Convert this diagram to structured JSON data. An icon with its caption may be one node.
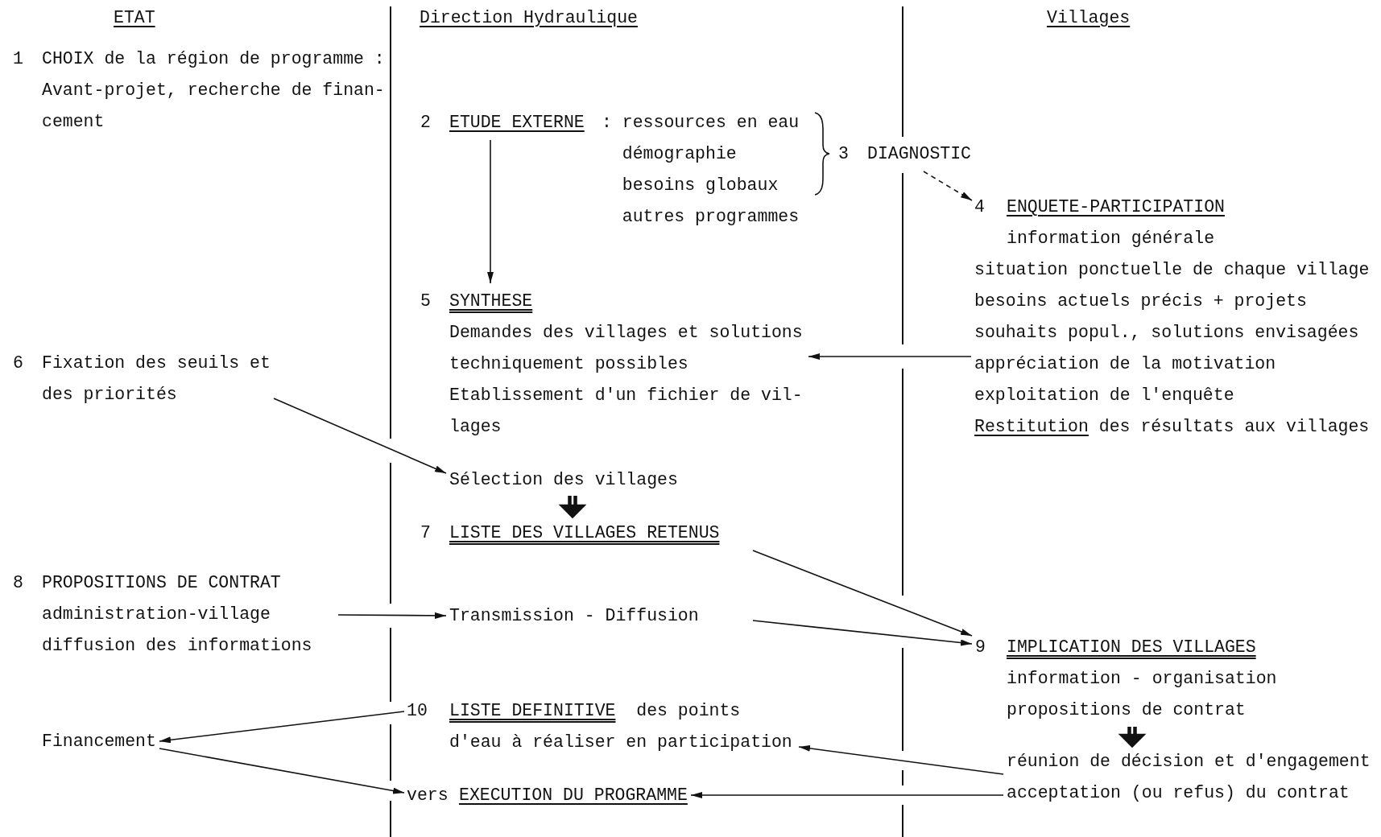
{
  "diagram": {
    "nodes": [
      {
        "text": [
          "1",
          "CHOIX de la région de programme : Avant-projet, recherche de finan-cement"
        ]
      },
      {
        "text": [
          "2",
          "ETUDE EXTERNE"
        ],
        "beside": [
          ": ressources en eau démographie besoins globaux autres programmes"
        ]
      },
      {
        "text": [
          "3",
          "DIAGNOSTIC"
        ]
      },
      {
        "text": [
          "4",
          "ENQUETE-PARTICIPATION",
          "information générale",
          "situation ponctuelle de chaque village besoins actuels précis + projets souhaits popul., solutions envisagées appréciation de la motivation exploitation de l'enquête",
          "Restitution",
          "des résultats aux villages"
        ]
      },
      {
        "text": [
          "5",
          "SYNTHESE",
          "Demandes des villages et solutions techniquement possibles Etablissement d'un fichier de vil-lages"
        ]
      },
      {
        "text": [
          "Sélection des villages"
        ]
      },
      {
        "text": [
          "6",
          "Fixation des seuils et des priorités"
        ]
      },
      {
        "text": [
          "7",
          "LISTE DES VILLAGES RETENUS"
        ]
      },
      {
        "text": [
          "8",
          "PROPOSITIONS DE CONTRAT",
          "administration-village diffusion des informations"
        ]
      },
      {
        "text": [
          "Transmission - Diffusion"
        ]
      },
      {
        "text": [
          "9",
          "IMPLICATION DES VILLAGES",
          "information - organisation propositions de contrat"
        ]
      },
      {
        "text": [
          "réunion de décision et d'engagement acceptation (ou refus) du contrat"
        ]
      },
      {
        "text": [
          "10",
          "LISTE DEFINITIVE",
          "des points d'eau à réaliser en participation"
        ]
      },
      {
        "text": [
          "Financement"
        ]
      },
      {
        "text": [
          "vers",
          "EXECUTION DU PROGRAMME"
        ]
      }
    ],
    "edges": [
      {
        "from": 1,
        "to": 4,
        "arrow": "to"
      },
      {
        "from": 2,
        "to": 3,
        "arrow": "to",
        "style": "dashed"
      },
      {
        "from": 3,
        "to": 4,
        "arrow": "to"
      },
      {
        "from": 6,
        "to": 5,
        "arrow": "to"
      },
      {
        "from": 5,
        "to": 7,
        "arrow": "to",
        "style": "thick"
      },
      {
        "from": 7,
        "to": 10,
        "arrow": "to"
      },
      {
        "from": 8,
        "to": 9,
        "arrow": "to"
      },
      {
        "from": 9,
        "to": 10,
        "arrow": "to"
      },
      {
        "from": 12,
        "to": 13,
        "arrow": "to"
      },
      {
        "from": 13,
        "to": 14,
        "arrow": "to"
      },
      {
        "from": 11,
        "to": 12,
        "arrow": "to"
      },
      {
        "from": 11,
        "to": 14,
        "arrow": "to"
      },
      {
        "from": 10,
        "to": 11,
        "arrow": "to",
        "style": "thick"
      }
    ],
    "labels": [
      "ETAT",
      "Direction Hydraulique",
      "Villages"
    ]
  }
}
